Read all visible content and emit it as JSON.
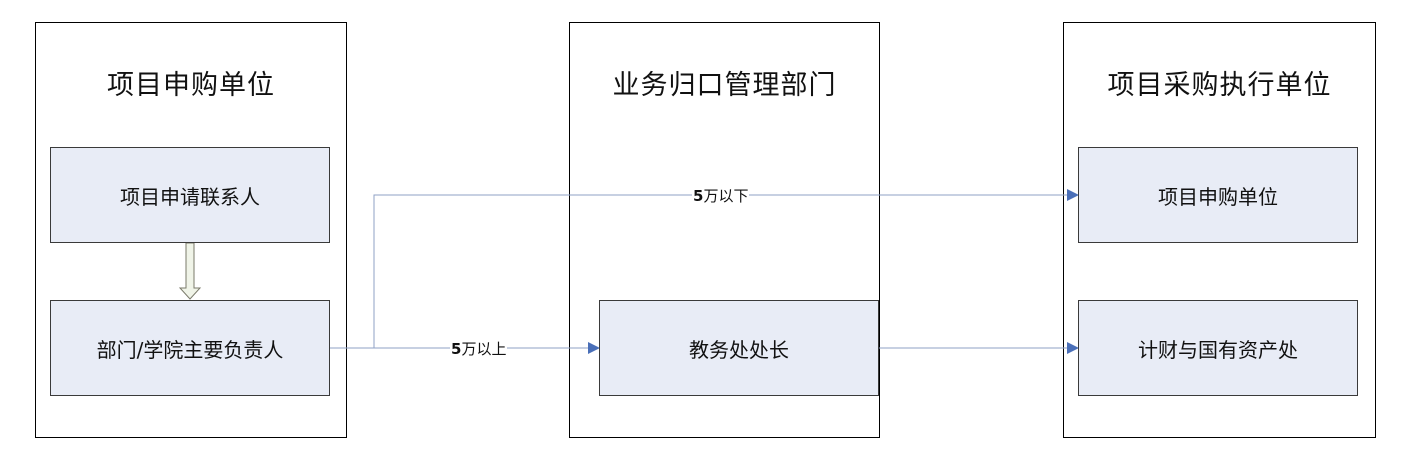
{
  "lanes": [
    {
      "title": "项目申购单位"
    },
    {
      "title": "业务归口管理部门"
    },
    {
      "title": "项目采购执行单位"
    }
  ],
  "boxes": {
    "contact": "项目申请联系人",
    "head": "部门/学院主要负责人",
    "dean": "教务处处长",
    "applicant": "项目申购单位",
    "finance": "计财与国有资产处"
  },
  "edges": {
    "below_label_num": "5",
    "below_label_text": "万以下",
    "above_label_num": "5",
    "above_label_text": "万以上"
  },
  "colors": {
    "box_fill": "#e8ecf6",
    "connector": "#8fa2c6",
    "arrowhead": "#4a6fb8"
  }
}
